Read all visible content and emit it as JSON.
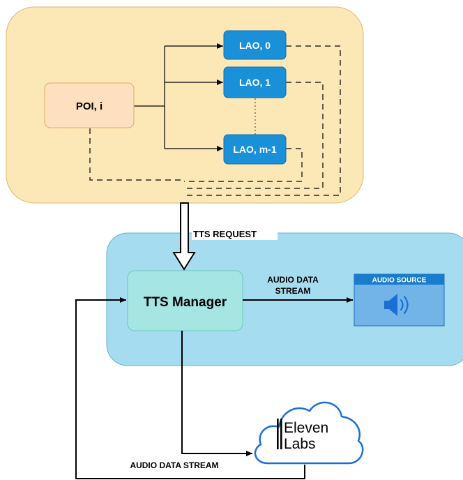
{
  "diagram": {
    "poi_label": "POI, i",
    "lao_nodes": [
      {
        "label": "LAO, 0"
      },
      {
        "label": "LAO, 1"
      },
      {
        "label": "LAO, m-1"
      }
    ],
    "tts_request_label": "TTS REQUEST",
    "tts_manager_label": "TTS Manager",
    "audio_stream_label_line1": "AUDIO DATA",
    "audio_stream_label_line2": "STREAM",
    "audio_source_label": "AUDIO SOURCE",
    "audio_source_icon": "speaker-icon",
    "elevenlabs_line1": "Eleven",
    "elevenlabs_line2": "Labs",
    "elevenlabs_icon": "cloud-icon",
    "bottom_stream_label": "AUDIO DATA STREAM"
  },
  "colors": {
    "region_top_fill": "#fce8b6",
    "region_top_stroke": "#e0b868",
    "region_bottom_fill": "#a6dcef",
    "region_bottom_stroke": "#5ab4d8",
    "poi_fill": "#fde0c0",
    "poi_stroke": "#e6a766",
    "lao_fill": "#1a90d8",
    "lao_stroke": "#0f6fb0",
    "tts_fill": "#a5e6e3",
    "tts_stroke": "#6bc4be",
    "audio_source_fill": "#72b4e8",
    "audio_source_header": "#1a7ccc"
  }
}
